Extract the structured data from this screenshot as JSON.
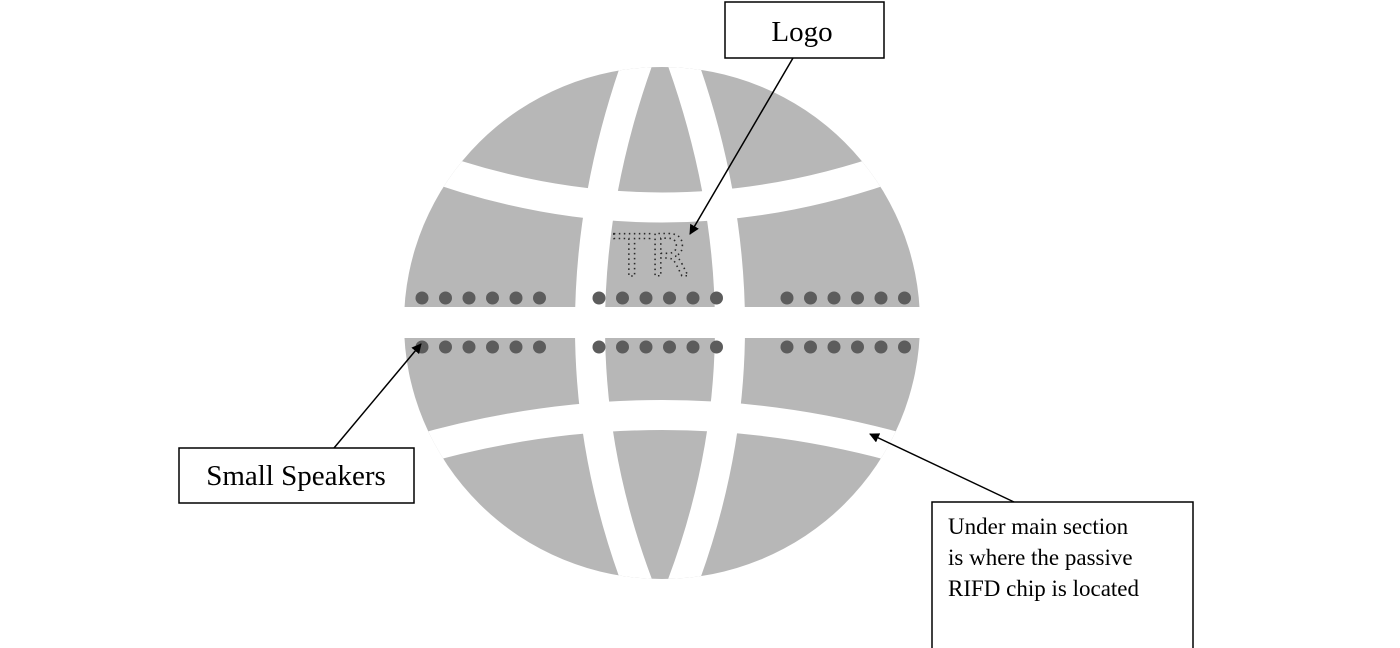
{
  "callouts": {
    "logo": "Logo",
    "speakers": "Small Speakers",
    "rfid_lines": [
      "Under main section",
      "is where the passive",
      "RIFD chip is located"
    ]
  },
  "logo_mark": {
    "text": "TR"
  },
  "colors": {
    "globe": "#b7b7b7",
    "speaker_dot": "#5c5c5c",
    "stroke": "#000000",
    "background": "#ffffff"
  }
}
